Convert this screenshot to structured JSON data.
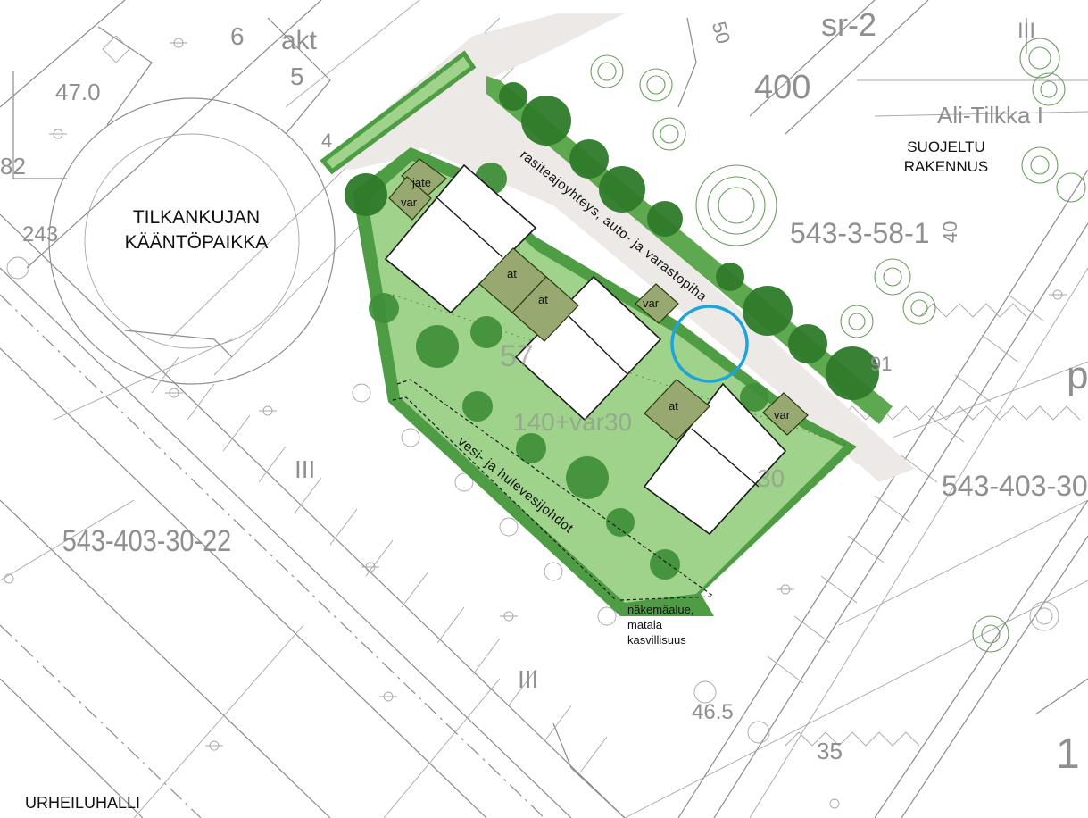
{
  "colors": {
    "plot_green": "#5ea94f",
    "plot_light": "#9fd28b",
    "plot_border": "#3f8d36",
    "tree_dark": "#2e7a2a",
    "tree_mid": "#3f8e38",
    "shed": "#97a870",
    "road": "#ece9e6",
    "circle_marker": "#1ea3dd",
    "base_grey": "#8c8c8c"
  },
  "labels": {
    "turnaround_1": "TILKANKUJAN",
    "turnaround_2": "KÄÄNTÖPAIKKA",
    "protected_1": "SUOJELTU",
    "protected_2": "RAKENNUS",
    "sports_hall": "URHEILUHALLI",
    "easement": "rasiteajoyhteys, auto- ja varastopiha",
    "water_pipes": "vesi- ja hulevesijohdot",
    "sight_1": "näkemäalue,",
    "sight_2": "matala",
    "sight_3": "kasvillisuus",
    "jate": "jäte",
    "var1": "var",
    "var2": "var",
    "var3": "var",
    "at1": "at",
    "at2": "at",
    "at3": "at"
  },
  "base_map": {
    "parcel_a": "543-403-30-22",
    "parcel_b": "543-403-30",
    "parcel_c": "543-3-58-1",
    "block": "400",
    "srzone": "sr-2",
    "ali_tilkka": "Ali-Tilkka I",
    "akt": "akt",
    "n6": "6",
    "n5": "5",
    "n4": "4",
    "h47": "47.0",
    "h82": "82",
    "n243": "243",
    "n140": "140+var30",
    "n57": "57",
    "h465": "46.5",
    "n35": "35",
    "n1": "1",
    "n40": "40",
    "n50": "50",
    "n91": "91",
    "n30": "30",
    "roman3a": "III",
    "roman3b": "III",
    "roman3c": "III",
    "pletter": "p"
  }
}
